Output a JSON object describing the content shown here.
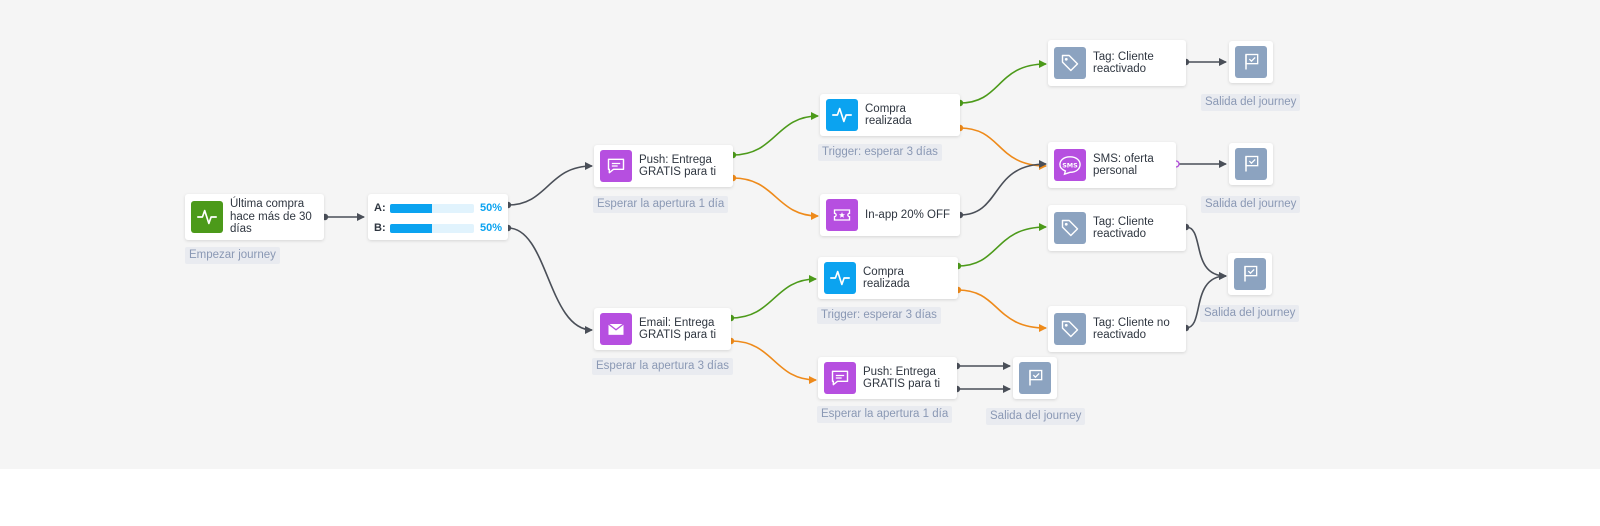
{
  "colors": {
    "canvas": "#f5f5f5",
    "wire_default": "#4a4f58",
    "wire_yes": "#4c9a1a",
    "wire_no": "#ee8a1a",
    "icon_green": "#4c9a1a",
    "icon_blue": "#0ba3f0",
    "icon_purple": "#b64fe0",
    "icon_gray": "#8ca3c0",
    "caption_text": "#8a98b4"
  },
  "start": {
    "label": "Última compra hace más de 30 días",
    "icon": "pulse-icon",
    "caption": "Empezar journey"
  },
  "split": {
    "a_letter": "A:",
    "a_pct": "50%",
    "a_value": 50,
    "b_letter": "B:",
    "b_pct": "50%",
    "b_value": 50
  },
  "push1": {
    "label": "Push: Entrega GRATIS para ti",
    "icon": "chat-bubble-icon",
    "caption": "Esperar la apertura 1 día"
  },
  "email": {
    "label": "Email: Entrega GRATIS para ti",
    "icon": "envelope-icon",
    "caption": "Esperar la apertura 3 días"
  },
  "compra1": {
    "label": "Compra realizada",
    "icon": "pulse-icon",
    "caption": "Trigger: esperar 3 días"
  },
  "inapp": {
    "label": "In-app 20% OFF",
    "icon": "ticket-icon"
  },
  "compra2": {
    "label": "Compra realizada",
    "icon": "pulse-icon",
    "caption": "Trigger: esperar 3 días"
  },
  "push2": {
    "label": "Push: Entrega GRATIS para ti",
    "icon": "chat-bubble-icon",
    "caption": "Esperar la apertura 1 día"
  },
  "tag1": {
    "label": "Tag: Cliente reactivado",
    "icon": "tag-icon"
  },
  "sms": {
    "label": "SMS: oferta personal",
    "icon": "sms-icon",
    "icon_text": "SMS"
  },
  "tag2": {
    "label": "Tag: Cliente reactivado",
    "icon": "tag-icon"
  },
  "tag3": {
    "label": "Tag: Cliente no reactivado",
    "icon": "tag-icon"
  },
  "exits": {
    "exit1": "Salida del journey",
    "exit2": "Salida del journey",
    "exit3": "Salida del journey",
    "exit4": "Salida del journey"
  }
}
